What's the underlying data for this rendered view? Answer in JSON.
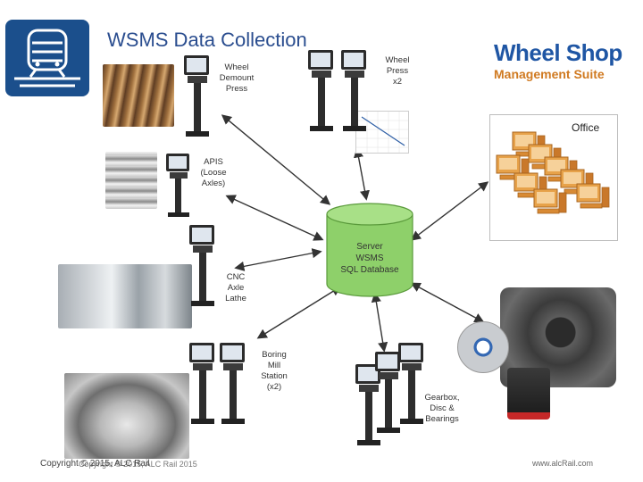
{
  "title": "WSMS Data Collection",
  "brand": {
    "line1": "Wheel Shop",
    "line2": "Management Suite",
    "color1": "#1f56a4",
    "color2": "#d07a21"
  },
  "office_label": "Office",
  "stations": {
    "wheel_demount": "Wheel\nDemount\nPress",
    "wheel_press": "Wheel\nPress\nx2",
    "apis": "APIS\n(Loose\nAxles)",
    "cnc": "CNC\nAxle\nLathe",
    "boring_mill": "Boring\nMill\nStation\n(x2)",
    "gearbox": "Gearbox,\nDisc &\nBearings"
  },
  "database": {
    "line1": "Server",
    "line2": "WSMS",
    "line3": "SQL Database",
    "color": "#8ed06a"
  },
  "footer": {
    "copyright": "Copyright © 2015, ALC Rail",
    "copyright_faint": "Copyright © 2015, ALC Rail 2015",
    "url": "www.alcRail.com"
  },
  "icons": [
    "train-logo-icon",
    "kiosk-icon",
    "computer-icon",
    "database-icon"
  ]
}
